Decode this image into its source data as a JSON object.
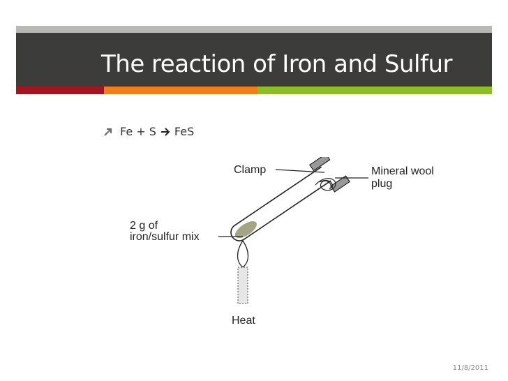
{
  "slide": {
    "title": "The reaction of Iron and Sulfur",
    "bullet": {
      "icon": "arrow-up-right-icon",
      "before": "Fe + S",
      "arrow": "arrow-right-icon",
      "after": "FeS"
    },
    "diagram": {
      "labels": {
        "clamp": "Clamp",
        "mineral_wool_line1": "Mineral wool",
        "mineral_wool_line2": "plug",
        "mix_line1": "2 g of",
        "mix_line2": "iron/sulfur mix",
        "heat": "Heat"
      }
    },
    "date": "11/8/2011"
  },
  "colors": {
    "title_bg": "#3c3c3b",
    "strip_red": "#a0161d",
    "strip_orange": "#f07e1b",
    "strip_green": "#8dbd2a"
  }
}
